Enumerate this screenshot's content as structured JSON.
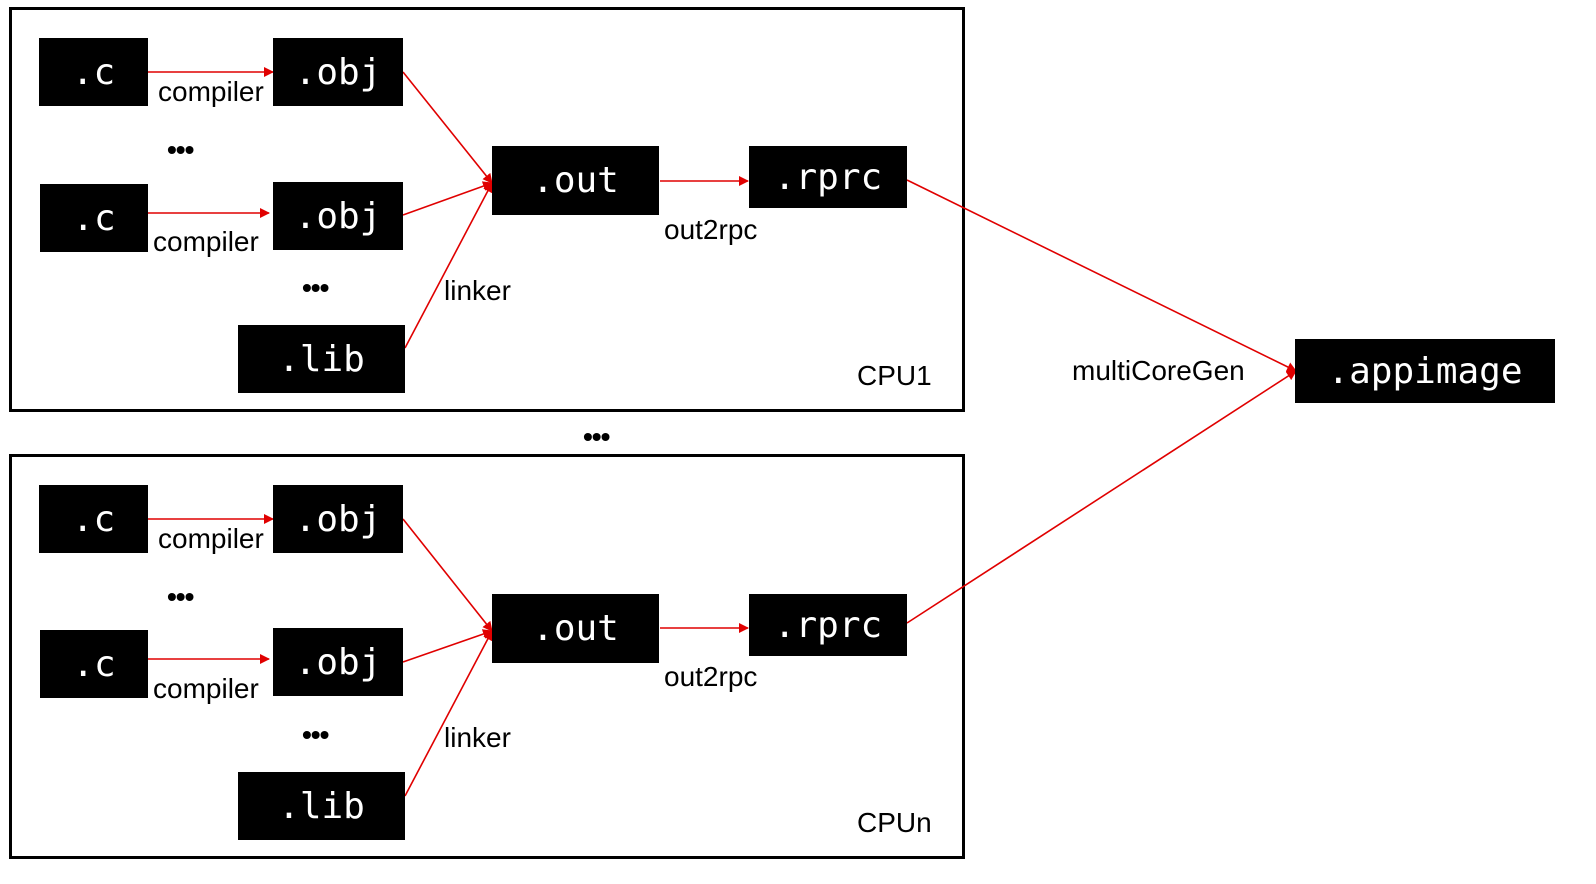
{
  "diagram": {
    "type": "build-pipeline",
    "edge_color": "#e00000",
    "node_color": "#000000",
    "node_text_color": "#ffffff",
    "groups": [
      {
        "id": "cpu1",
        "label": "CPU1",
        "nodes": {
          "c1": ".c",
          "obj1": ".obj",
          "c2": ".c",
          "obj2": ".obj",
          "lib": ".lib",
          "out": ".out",
          "rprc": ".rprc"
        },
        "edge_labels": {
          "compiler1": "compiler",
          "compiler2": "compiler",
          "linker": "linker",
          "out2rpc": "out2rpc"
        },
        "ellipses": [
          "...",
          "..."
        ]
      },
      {
        "id": "cpun",
        "label": "CPUn",
        "nodes": {
          "c1": ".c",
          "obj1": ".obj",
          "c2": ".c",
          "obj2": ".obj",
          "lib": ".lib",
          "out": ".out",
          "rprc": ".rprc"
        },
        "edge_labels": {
          "compiler1": "compiler",
          "compiler2": "compiler",
          "linker": "linker",
          "out2rpc": "out2rpc"
        },
        "ellipses": [
          "...",
          "..."
        ]
      }
    ],
    "between_groups_ellipsis": "...",
    "final": {
      "node": ".appimage",
      "edge_label": "multiCoreGen"
    },
    "edges": [
      {
        "from": "c1",
        "to": "obj1",
        "label": "compiler"
      },
      {
        "from": "c2",
        "to": "obj2",
        "label": "compiler"
      },
      {
        "from": "obj1",
        "to": "out",
        "label": "linker"
      },
      {
        "from": "obj2",
        "to": "out",
        "label": "linker"
      },
      {
        "from": "lib",
        "to": "out",
        "label": "linker"
      },
      {
        "from": "out",
        "to": "rprc",
        "label": "out2rpc"
      },
      {
        "from": "cpu1.rprc",
        "to": "appimage",
        "label": "multiCoreGen"
      },
      {
        "from": "cpun.rprc",
        "to": "appimage",
        "label": "multiCoreGen"
      }
    ]
  }
}
